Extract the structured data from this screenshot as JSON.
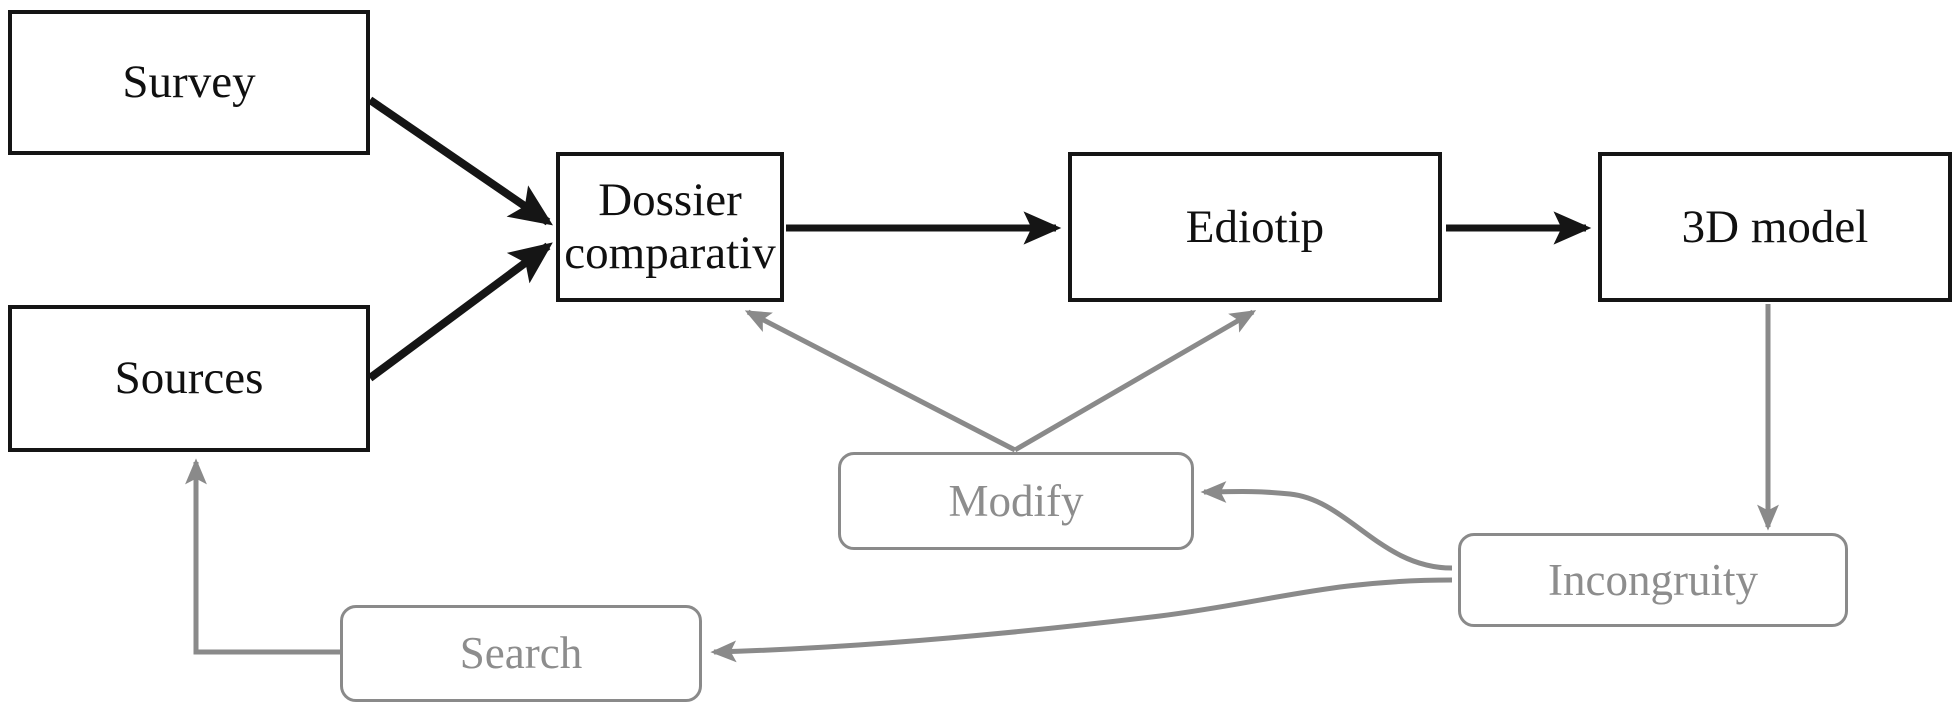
{
  "diagram": {
    "title": "Workflow diagram",
    "colors": {
      "primary_stroke": "#151515",
      "feedback_stroke": "#8a8a8a",
      "feedback_text": "#8d8d8d",
      "background": "#ffffff"
    },
    "nodes": [
      {
        "id": "survey",
        "label": "Survey",
        "type": "primary"
      },
      {
        "id": "sources",
        "label": "Sources",
        "type": "primary"
      },
      {
        "id": "dossier",
        "label": "Dossier\ncomparativ",
        "type": "primary"
      },
      {
        "id": "ediotip",
        "label": "Ediotip",
        "type": "primary"
      },
      {
        "id": "model3d",
        "label": "3D model",
        "type": "primary"
      },
      {
        "id": "modify",
        "label": "Modify",
        "type": "feedback"
      },
      {
        "id": "incongruity",
        "label": "Incongruity",
        "type": "feedback"
      },
      {
        "id": "search",
        "label": "Search",
        "type": "feedback"
      }
    ],
    "edges": [
      {
        "id": "survey-to-dossier",
        "from": "survey",
        "to": "dossier",
        "style": "solid-heavy",
        "shape": "straight"
      },
      {
        "id": "sources-to-dossier",
        "from": "sources",
        "to": "dossier",
        "style": "solid-heavy",
        "shape": "straight"
      },
      {
        "id": "dossier-to-ediotip",
        "from": "dossier",
        "to": "ediotip",
        "style": "solid-heavy",
        "shape": "straight"
      },
      {
        "id": "ediotip-to-3dmodel",
        "from": "ediotip",
        "to": "model3d",
        "style": "solid-heavy",
        "shape": "straight"
      },
      {
        "id": "modify-to-dossier",
        "from": "modify",
        "to": "dossier",
        "style": "solid-light",
        "shape": "straight"
      },
      {
        "id": "modify-to-ediotip",
        "from": "modify",
        "to": "ediotip",
        "style": "solid-light",
        "shape": "straight"
      },
      {
        "id": "3dmodel-to-incongruity",
        "from": "model3d",
        "to": "incongruity",
        "style": "solid-light",
        "shape": "vertical"
      },
      {
        "id": "incongruity-to-modify",
        "from": "incongruity",
        "to": "modify",
        "style": "solid-light",
        "shape": "curve"
      },
      {
        "id": "incongruity-to-search",
        "from": "incongruity",
        "to": "search",
        "style": "solid-light",
        "shape": "curve"
      },
      {
        "id": "search-to-sources",
        "from": "search",
        "to": "sources",
        "style": "solid-light",
        "shape": "elbow"
      }
    ]
  }
}
